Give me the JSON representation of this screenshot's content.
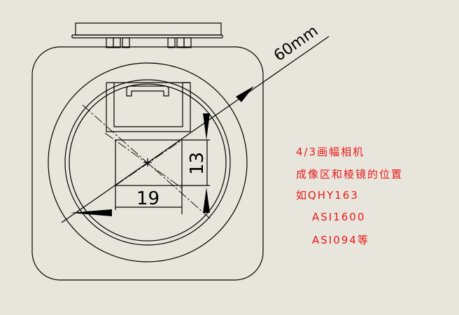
{
  "drawing": {
    "dimensions": {
      "diagonal_label": "60mm",
      "width_label": "19",
      "height_label": "13"
    },
    "colors": {
      "line": "#000000",
      "background": "#e8e6dc",
      "note_text": "#e8191c"
    }
  },
  "notes": [
    "4/3画幅相机",
    "成像区和棱镜的位置",
    "如QHY163",
    "ASI1600",
    "ASI094等"
  ]
}
